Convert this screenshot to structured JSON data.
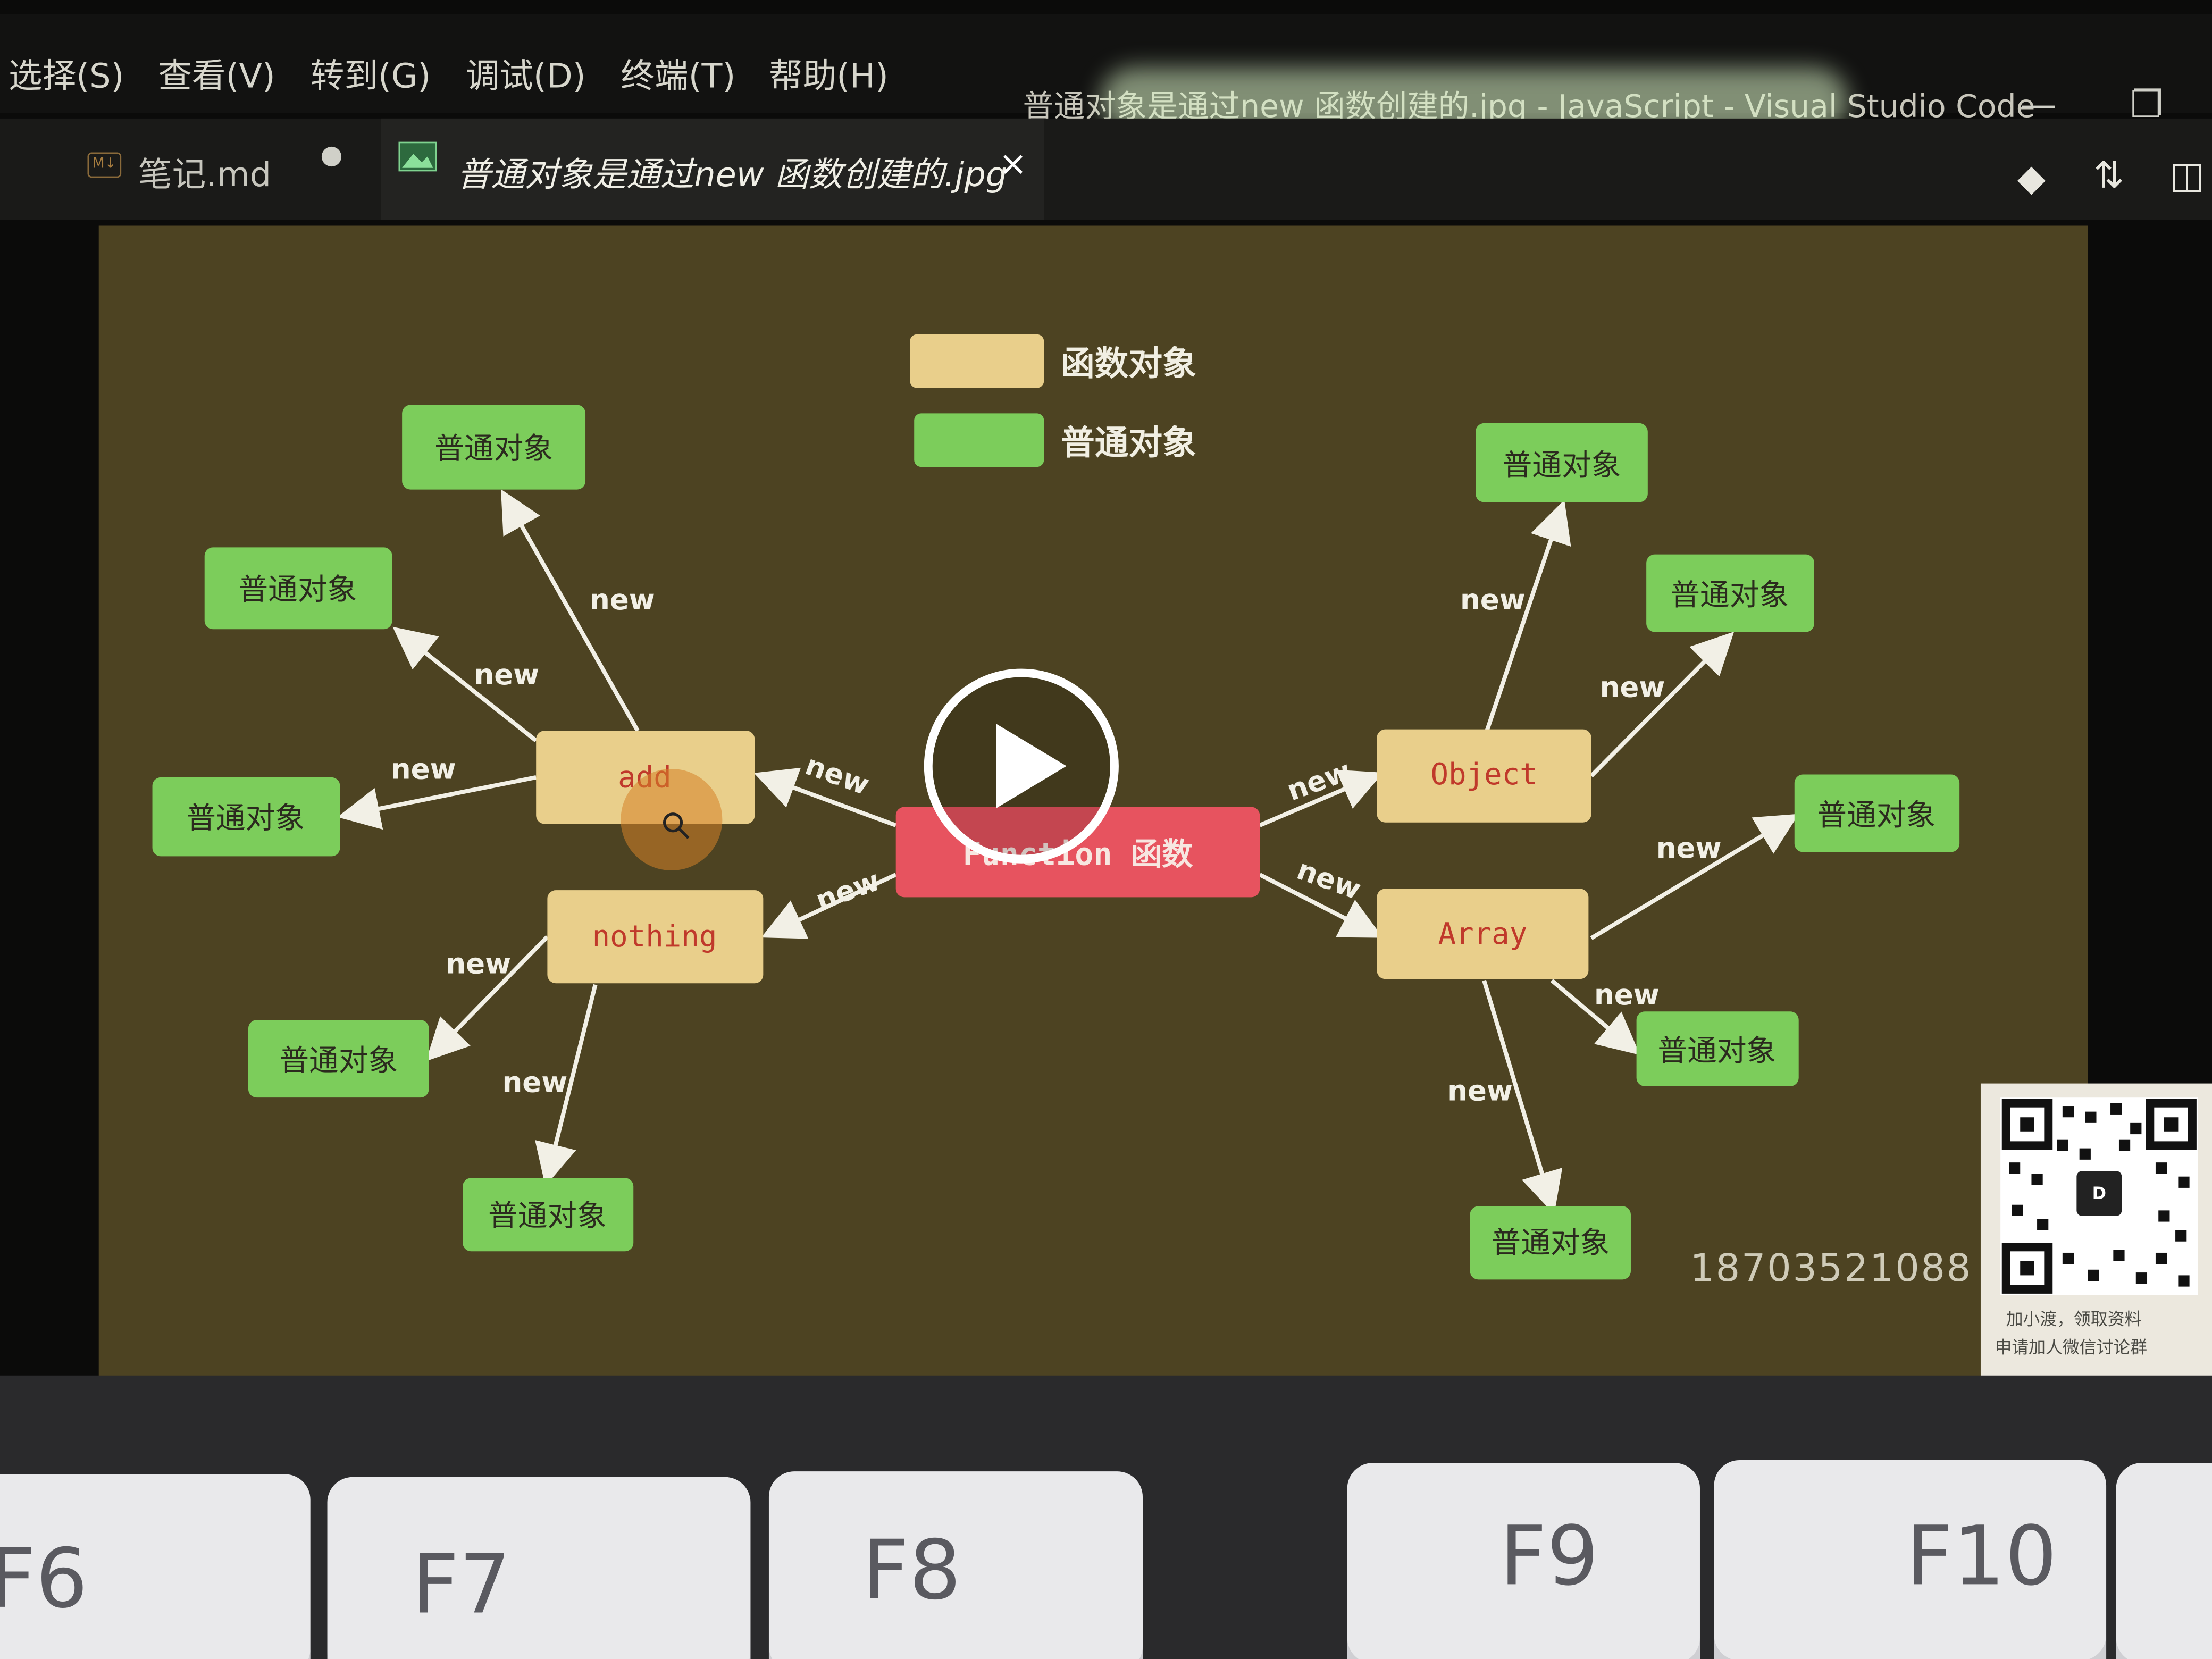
{
  "menubar": {
    "items": [
      "选择(S)",
      "查看(V)",
      "转到(G)",
      "调试(D)",
      "终端(T)",
      "帮助(H)"
    ],
    "window_title": "普通对象是通过new 函数创建的.jpg - JavaScript - Visual Studio Code"
  },
  "tabs": [
    {
      "label": "笔记.md",
      "icon": "markdown-icon",
      "modified": true
    },
    {
      "label": "普通对象是通过new 函数创建的.jpg",
      "icon": "image-icon",
      "active": true,
      "close": "×"
    }
  ],
  "legend": [
    {
      "label": "函数对象",
      "color": "#e9cf8b"
    },
    {
      "label": "普通对象",
      "color": "#7ccd5b"
    }
  ],
  "diagram": {
    "center": {
      "label": "Function 函数",
      "color": "#e7535f"
    },
    "function_objects": [
      "add",
      "nothing",
      "Object",
      "Array"
    ],
    "plain_object_label": "普通对象",
    "edge_label": "new"
  },
  "video": {
    "play_icon": "play-icon"
  },
  "phone": "18703521088",
  "qr_caption": [
    "加小渡，领取资料",
    "申请加人微信讨论群"
  ],
  "keyboard_keys": [
    "F6",
    "F7",
    "F8",
    "F9",
    "F10"
  ],
  "colors": {
    "accent_function": "#e7535f",
    "function_object": "#e9cf8b",
    "plain_object": "#7ccd5b",
    "background": "#4d4322"
  }
}
